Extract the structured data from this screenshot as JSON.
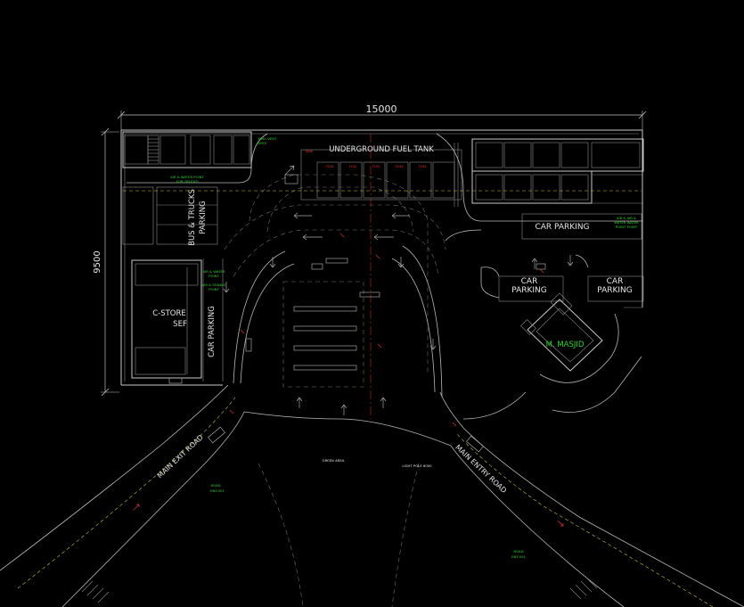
{
  "dimensions": {
    "top": "15000",
    "side": "9500"
  },
  "labels": {
    "underground_fuel_tank": "UNDERGROUND FUEL TANK",
    "bus_trucks_parking": "BUS & TRUCKS",
    "bus_trucks_parking_2": "PARKING",
    "car_parking_left": "CAR PARKING",
    "car_parking_top_right": "CAR PARKING",
    "car_parking_mid": "CAR",
    "car_parking_mid_2": "PARKING",
    "car_parking_right": "CAR",
    "car_parking_right_2": "PARKING",
    "c_store": "C-STORE",
    "sef": "SEF",
    "masjid": "M. MASJID",
    "main_exit_road": "MAIN EXIT ROAD",
    "main_entry_road": "MAIN ENTRY ROAD"
  },
  "green_notes": {
    "fuel_vent": "FUEL VENT",
    "fuel_vent_2": "PIPES",
    "air_water_trucks": "AIR & WATER POINT",
    "air_water_trucks_2": "FOR TRUCKS",
    "air_water_left": "AIR & WATER",
    "air_water_left_2": "POINT",
    "air_water_right": "AIR & AIR &",
    "air_water_right_2": "WATER WATER",
    "air_water_right_3": "POINT POINT",
    "air_water_stand": "AIR & STANDS",
    "air_water_stand_2": "POINT",
    "road_left": "ROAD",
    "road_right": "ROAD",
    "bottom_left": "ENT-001",
    "bottom_right": "ENT-001"
  },
  "white_notes": {
    "center_bottom": "GREEN AREA",
    "center_bottom_2": "LIGHT POLE 6000"
  },
  "colors": {
    "background": "#000000",
    "lines": "#c8c8c8",
    "labels_white": "#e6e6e6",
    "labels_green": "#2fd52f",
    "labels_red": "#e83030",
    "dashed_yellow": "#c9c23a"
  }
}
